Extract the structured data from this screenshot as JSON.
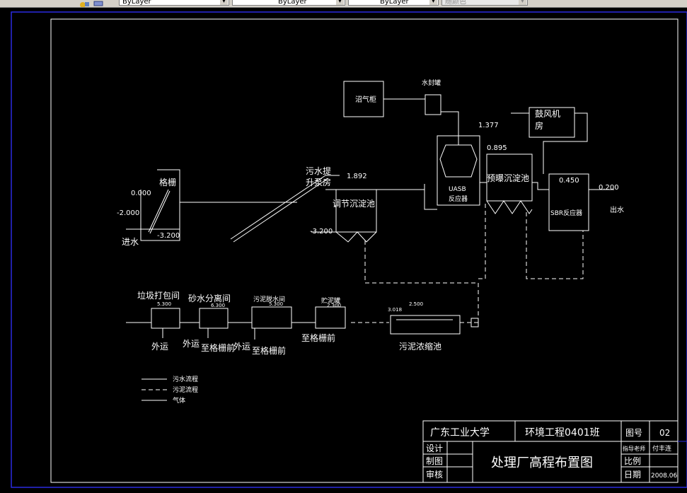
{
  "toolbar": {
    "layer_combo": "ByLayer",
    "linetype_combo": "ByLayer",
    "lineweight_combo": "ByLayer",
    "plotstyle_combo": "随颜色"
  },
  "drawing": {
    "labels": {
      "gas_holder": "沼气柜",
      "water_seal": "水封罐",
      "blower_1": "鼓风机",
      "blower_2": "房",
      "elev_1377": "1.377",
      "elev_0895": "0.895",
      "preaeration": "预曝沉淀池",
      "uasb_1": "UASB",
      "uasb_2": "反应器",
      "elev_0450": "0.450",
      "elev_0200": "0.200",
      "sbr": "SBR反应器",
      "outlet": "出水",
      "grille": "格栅",
      "elev_0000": "0.000",
      "elev_m2000": "-2.000",
      "elev_m3200a": "-3.200",
      "inlet": "进水",
      "pump_1": "污水提",
      "pump_2": "升泵房",
      "elev_1892": "1.892",
      "adjust_tank": "调节沉淀池",
      "elev_m3200b": "-3.200",
      "trash_room": "垃圾打包间",
      "sand_sep": "砂水分离间",
      "sludge_room": "污泥脱水间",
      "sludge_store": "贮泥罐",
      "elev_5300a": "5.300",
      "elev_6300": "6.300",
      "elev_5300b": "5.300",
      "elev_2300": "2.300",
      "elev_3018": "3.018",
      "elev_2500": "2.500",
      "out_1": "外运",
      "out_2": "外运",
      "out_3": "外运",
      "to_grille_1": "至格栅前",
      "to_grille_2": "至格栅前",
      "to_grille_3": "至格栅前",
      "thickener": "污泥浓缩池"
    },
    "legend": {
      "sewage": "污水流程",
      "sludge": "污泥流程",
      "gas": "气体"
    },
    "title_block": {
      "university": "广东工业大学",
      "class": "环境工程0401班",
      "fig_no_label": "图号",
      "fig_no": "02",
      "design": "设计",
      "draw": "制图",
      "review": "审核",
      "title": "处理厂高程布置图",
      "advisor_label": "指导老师",
      "advisor": "付丰连",
      "scale_label": "比例",
      "date_label": "日期",
      "date": "2008.06"
    }
  },
  "colors": {
    "drawing_line": "#ffffff",
    "frame_blue": "#2a2adf",
    "background": "#000000",
    "toolbar": "#d4d0c8"
  }
}
